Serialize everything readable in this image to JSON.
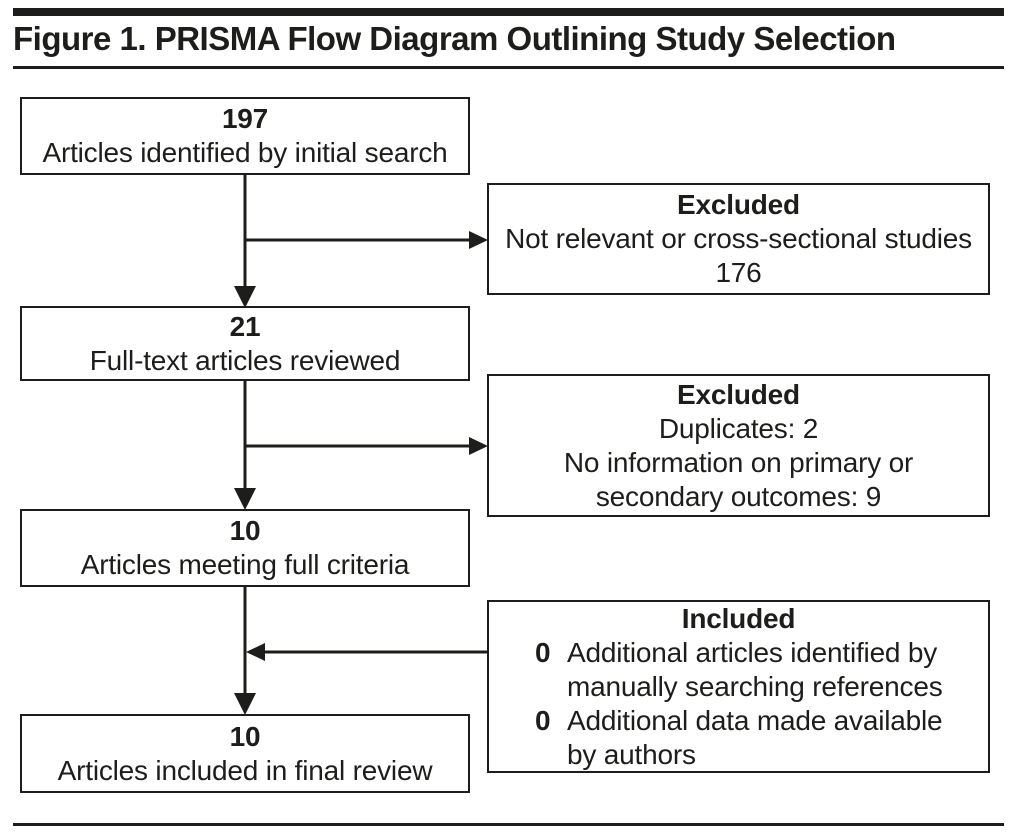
{
  "figure": {
    "title": "Figure 1. PRISMA Flow Diagram Outlining Study Selection"
  },
  "boxes": {
    "identified": {
      "count": "197",
      "label": "Articles identified by initial search"
    },
    "excluded1": {
      "heading": "Excluded",
      "reason": "Not relevant or cross-sectional studies",
      "count": "176"
    },
    "fulltext": {
      "count": "21",
      "label": "Full-text articles reviewed"
    },
    "excluded2": {
      "heading": "Excluded",
      "reason1": "Duplicates: 2",
      "reason2": "No information on primary or secondary outcomes: 9"
    },
    "criteria": {
      "count": "10",
      "label": "Articles meeting full criteria"
    },
    "included": {
      "heading": "Included",
      "items": [
        {
          "count": "0",
          "text": "Additional articles identified by manually searching references"
        },
        {
          "count": "0",
          "text": "Additional data made available by authors"
        }
      ]
    },
    "final": {
      "count": "10",
      "label": "Articles included in final review"
    }
  },
  "colors": {
    "ink": "#1d1d1b",
    "background": "#ffffff"
  }
}
